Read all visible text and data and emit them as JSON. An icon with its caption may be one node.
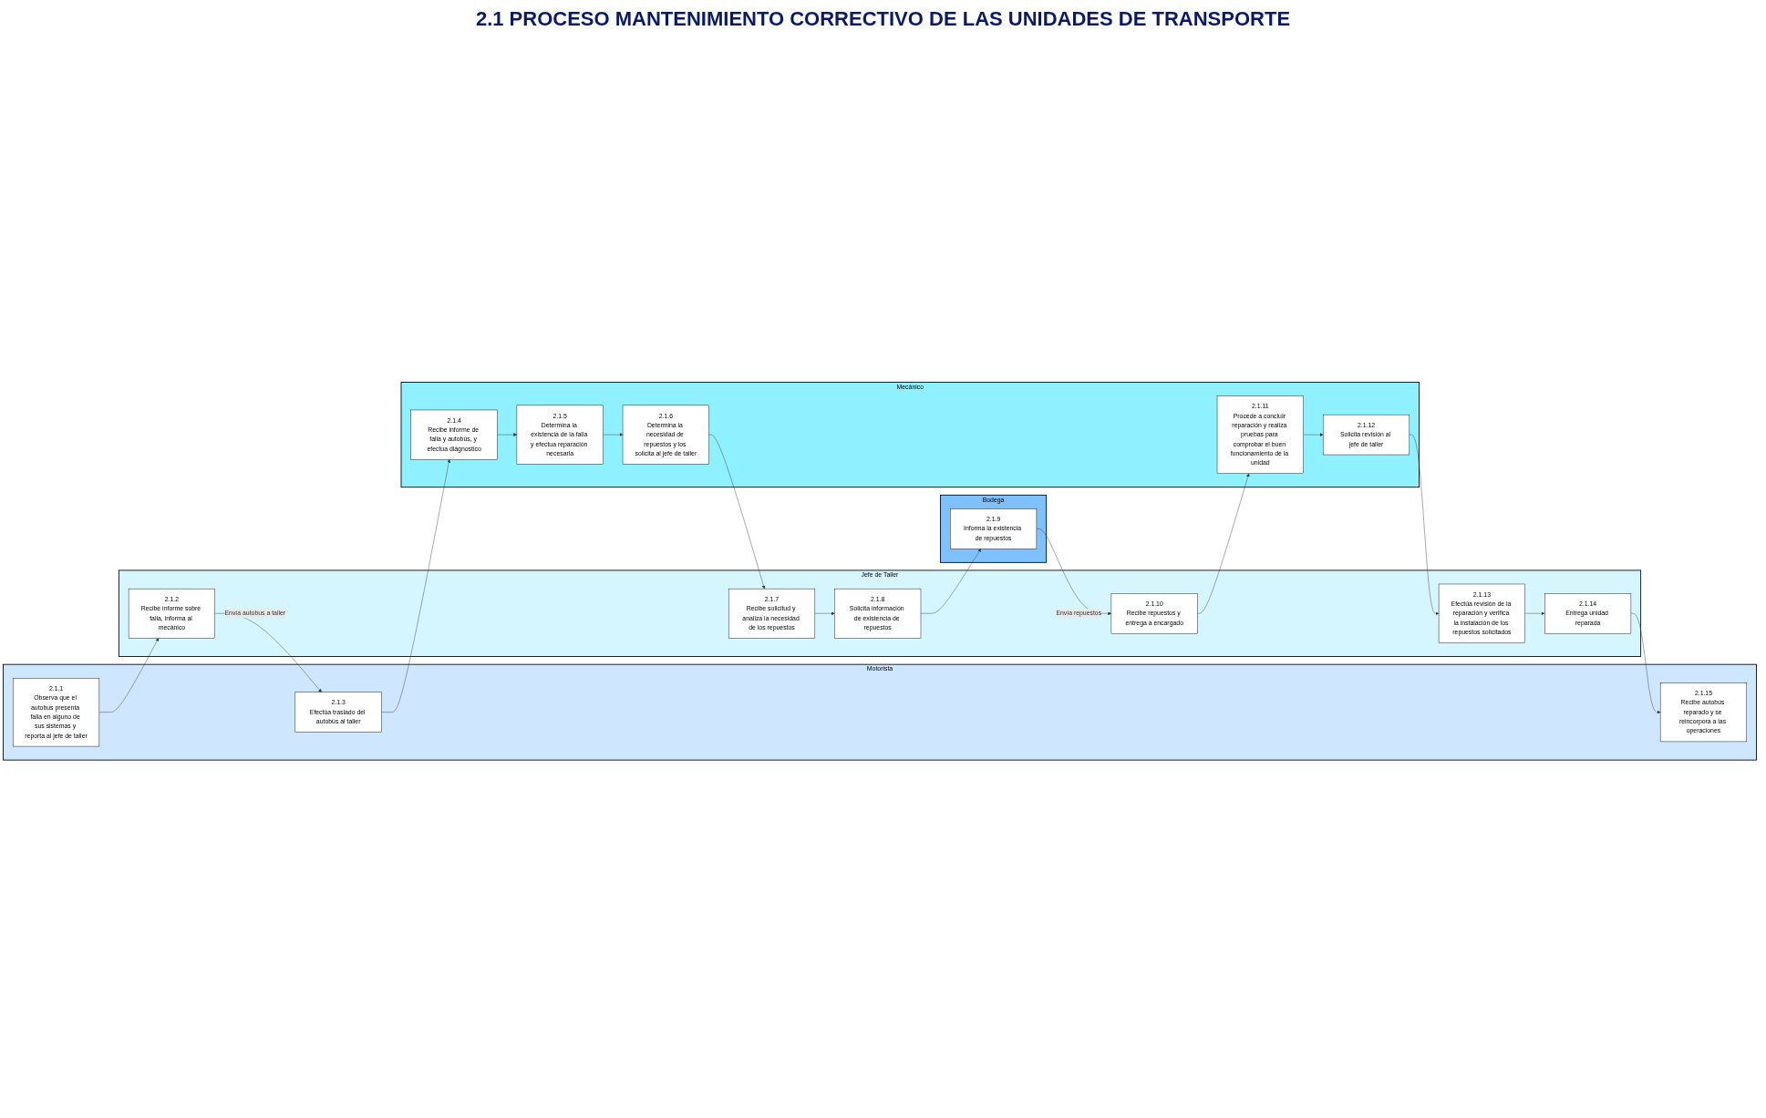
{
  "diagram": {
    "title": "2.1  PROCESO MANTENIMIENTO CORRECTIVO DE LAS UNIDADES DE  TRANSPORTE",
    "nodes": [
      {
        "text": [
          "Motorista"
        ]
      },
      {
        "text": [
          "2.1.1",
          "Observa que el autobus presenta falla en alguno de sus sistemas y reporta al jefe de taller"
        ],
        "in": 0
      },
      {
        "text": [
          "2.1.3",
          "Efectúa traslado del autobús al taller"
        ],
        "in": 0
      },
      {
        "text": [
          "2.1.15",
          "Recibe autobús reparado y se reincorpora a las operaciones"
        ],
        "in": 0
      },
      {
        "text": [
          "Jefe de Taller"
        ]
      },
      {
        "text": [
          "2.1.2",
          "Recibe informe sobre falla, informa al mecánico"
        ],
        "in": 4
      },
      {
        "text": [
          "2.1.7",
          "Recibe solicitud y analiza la necesidad de los repuestos"
        ],
        "in": 4
      },
      {
        "text": [
          "2.1.8",
          "Solicita información de existencia de repuestos"
        ],
        "in": 4
      },
      {
        "text": [
          "2.1.10",
          "Recibe repuestos y entrega a encargado"
        ],
        "in": 4
      },
      {
        "text": [
          "2.1.13",
          "Efectúa revisión de la reparación y verifica la instalación de los repuestos solicitados"
        ],
        "in": 4
      },
      {
        "text": [
          "2.1.14",
          "Entrega unidad reparada"
        ],
        "in": 4
      },
      {
        "text": [
          "Mecánico"
        ]
      },
      {
        "text": [
          "2.1.4",
          "Recibe informe de falla y autobús, y efectua diágnostico"
        ],
        "in": 11
      },
      {
        "text": [
          "2.1.5",
          "Determina la existencia de la falla y efectua reparación necesaria"
        ],
        "in": 11
      },
      {
        "text": [
          "2.1.6",
          "Determina la necesidad de repuestos y los solicita al jefe de taller"
        ],
        "in": 11
      },
      {
        "text": [
          "2.1.11",
          "Procede a concluIr reparación y realiza pruebas para comprobar el buen funcionamiento de la unidad"
        ],
        "in": 11
      },
      {
        "text": [
          "2.1.12",
          "Solicita revisión al jefe de taller"
        ],
        "in": 11
      },
      {
        "text": [
          "Bodega"
        ]
      },
      {
        "text": [
          "2.1.9",
          "Informa la existencia de repuestos"
        ],
        "in": 17
      }
    ],
    "edges": [
      {
        "from": 1,
        "to": 5,
        "arrow": "to"
      },
      {
        "from": 5,
        "to": 2,
        "arrow": "to",
        "label": "Envía autobus a taller"
      },
      {
        "from": 2,
        "to": 12,
        "arrow": "to"
      },
      {
        "from": 12,
        "to": 13,
        "arrow": "to"
      },
      {
        "from": 13,
        "to": 14,
        "arrow": "to"
      },
      {
        "from": 14,
        "to": 6,
        "arrow": "to"
      },
      {
        "from": 6,
        "to": 7,
        "arrow": "to"
      },
      {
        "from": 7,
        "to": 18,
        "arrow": "to"
      },
      {
        "from": 18,
        "to": 8,
        "arrow": "to",
        "label": "Envía repuestos"
      },
      {
        "from": 8,
        "to": 15,
        "arrow": "to"
      },
      {
        "from": 15,
        "to": 16,
        "arrow": "to"
      },
      {
        "from": 16,
        "to": 9,
        "arrow": "to"
      },
      {
        "from": 9,
        "to": 10,
        "arrow": "to"
      },
      {
        "from": 10,
        "to": 3,
        "arrow": "to"
      }
    ]
  }
}
